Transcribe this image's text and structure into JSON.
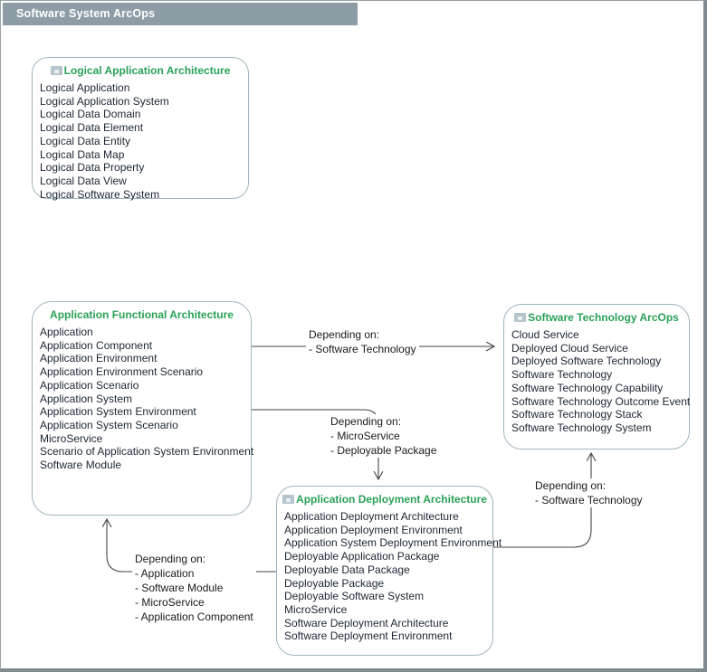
{
  "header": {
    "title": "Software System ArcOps"
  },
  "boxes": [
    {
      "id": "logical-application-architecture",
      "title": "Logical Application Architecture",
      "has_icon": true,
      "items": [
        "Logical Application",
        "Logical Application System",
        "Logical Data Domain",
        "Logical Data Element",
        "Logical Data Entity",
        "Logical Data Map",
        "Logical Data Property",
        "Logical Data View",
        "Logical Software System"
      ]
    },
    {
      "id": "application-functional-architecture",
      "title": "Application Functional Architecture",
      "has_icon": false,
      "items": [
        "Application",
        "Application Component",
        "Application Environment",
        "Application Environment Scenario",
        "Application Scenario",
        "Application System",
        "Application System Environment",
        "Application System Scenario",
        "MicroService",
        "Scenario of Application System Environment",
        "Software Module"
      ]
    },
    {
      "id": "software-technology-arcops",
      "title": "Software Technology ArcOps",
      "has_icon": true,
      "items": [
        "Cloud Service",
        "Deployed Cloud Service",
        "Deployed Software Technology",
        "Software Technology",
        "Software Technology Capability",
        "Software Technology Outcome Event",
        "Software Technology Stack",
        "Software Technology System"
      ]
    },
    {
      "id": "application-deployment-architecture",
      "title": "Application Deployment Architecture",
      "has_icon": true,
      "items": [
        "Application Deployment Architecture",
        "Application Deployment Environment",
        "Application System Deployment Environment",
        "Deployable Application Package",
        "Deployable Data Package",
        "Deployable Package",
        "Deployable Software System",
        "MicroService",
        "Software Deployment Architecture",
        "Software Deployment Environment"
      ]
    }
  ],
  "arrows": [
    {
      "from": "application-functional-architecture",
      "to": "software-technology-arcops",
      "label": "Depending on:\n - Software Technology"
    },
    {
      "from": "application-functional-architecture",
      "to": "application-deployment-architecture",
      "label": "Depending on:\n - MicroService\n - Deployable Package"
    },
    {
      "from": "application-deployment-architecture",
      "to": "software-technology-arcops",
      "label": "Depending on:\n - Software Technology"
    },
    {
      "from": "application-deployment-architecture",
      "to": "application-functional-architecture",
      "label": "Depending on:\n - Application\n - Software Module\n - MicroService\n - Application Component"
    }
  ],
  "colors": {
    "title_green": "#2aa158",
    "header_bg": "#8e9da5",
    "box_border": "#a0b4bd",
    "item_text": "#1c2633",
    "connector": "#444444",
    "frame_border": "#7e8a90"
  }
}
